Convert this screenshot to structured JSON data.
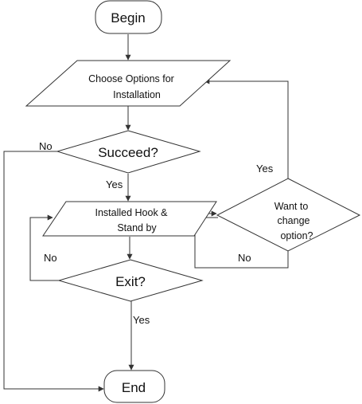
{
  "nodes": {
    "begin": "Begin",
    "choose": [
      "Choose Options for",
      "Installation"
    ],
    "succeed": "Succeed?",
    "installed": [
      "Installed Hook &",
      "Stand by"
    ],
    "exit": "Exit?",
    "want": [
      "Want to",
      "change",
      "option?"
    ],
    "end": "End"
  },
  "edges": {
    "succeed_no": "No",
    "succeed_yes": "Yes",
    "exit_no": "No",
    "exit_yes": "Yes",
    "want_yes": "Yes",
    "want_no": "No"
  },
  "colors": {
    "stroke": "#333333",
    "fill": "#ffffff",
    "text": "#111111"
  }
}
